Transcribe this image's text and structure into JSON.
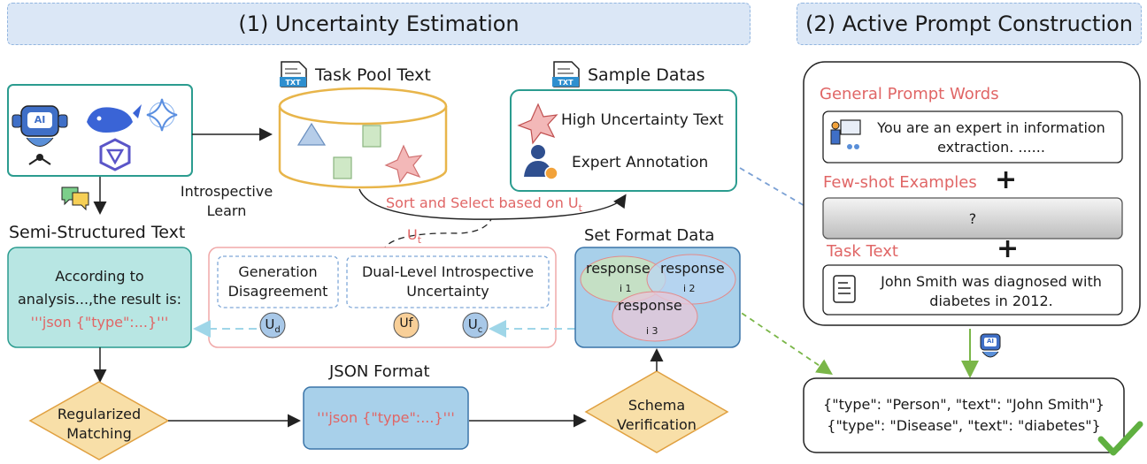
{
  "sections": {
    "left_title": "(1) Uncertainty Estimation",
    "right_title": "(2) Active Prompt Construction"
  },
  "task_pool": {
    "title": "Task Pool Text"
  },
  "sample_datas": {
    "title": "Sample Datas",
    "high_uncertainty": "High Uncertainty Text",
    "expert_annotation": "Expert Annotation"
  },
  "introspective_learn": {
    "line1": "Introspective",
    "line2": "Learn"
  },
  "sort_select": {
    "text": "Sort and Select based on U",
    "sub": "t"
  },
  "ut_label": {
    "text": "U",
    "sub": "t"
  },
  "semi_structured": {
    "title": "Semi-Structured Text",
    "line1": "According to",
    "line2": "analysis...,the result is:",
    "code": "'''json {\"type\":...}'''"
  },
  "uncertainty_box": {
    "gen_line1": "Generation",
    "gen_line2": "Disagreement",
    "dual_line1": "Dual-Level Introspective",
    "dual_line2": "Uncertainty",
    "ud": "U",
    "ud_sub": "d",
    "uf": "Uf",
    "uc": "U",
    "uc_sub": "c"
  },
  "set_format": {
    "title": "Set Format Data",
    "r1": "response",
    "r1_sub": "i 1",
    "r2": "response",
    "r2_sub": "i 2",
    "r3": "response",
    "r3_sub": "i 3"
  },
  "regularized": {
    "line1": "Regularized",
    "line2": "Matching"
  },
  "json_format": {
    "title": "JSON Format",
    "code": "'''json {\"type\":...}'''"
  },
  "schema": {
    "line1": "Schema",
    "line2": "Verification"
  },
  "prompt": {
    "general_title": "General Prompt Words",
    "general_line1": "You are an expert in information",
    "general_line2": "extraction. ......",
    "fewshot_title": "Few-shot Examples",
    "fewshot_placeholder": "?",
    "task_title": "Task Text",
    "task_line1": "John Smith was diagnosed with",
    "task_line2": "diabetes in 2012.",
    "plus": "+"
  },
  "output": {
    "line1": "{\"type\": \"Person\", \"text\": \"John Smith\"}",
    "line2": "{\"type\": \"Disease\", \"text\": \"diabetes\"}"
  },
  "icons": {
    "txt_label": "TXT",
    "ai_label": "AI"
  },
  "colors": {
    "banner": "#dbe7f6",
    "teal": "#b8e6e3",
    "blue": "#a8d0ea",
    "orange": "#f8dfa8",
    "red_text": "#e06666",
    "green": "#7ab648"
  }
}
